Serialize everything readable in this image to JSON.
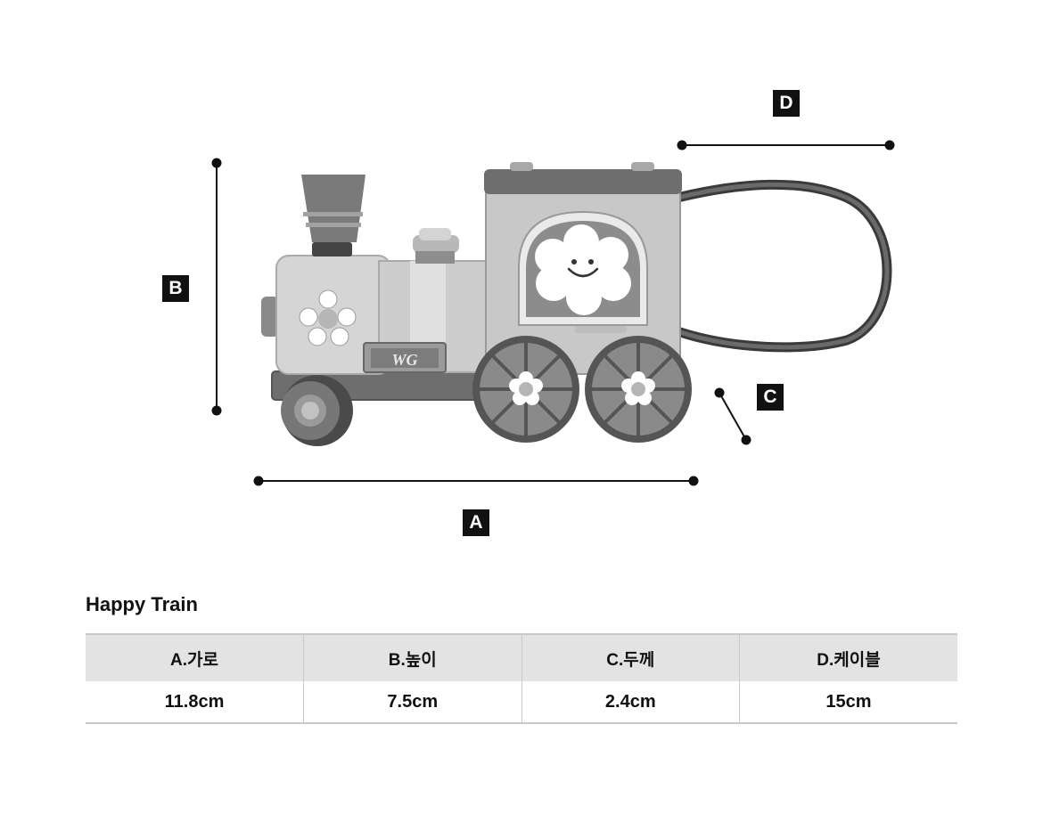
{
  "dimension_labels": {
    "a": "A",
    "b": "B",
    "c": "C",
    "d": "D"
  },
  "train_plate": "WG",
  "product_name": "Happy Train",
  "spec_table": {
    "headers": [
      "A.가로",
      "B.높이",
      "C.두께",
      "D.케이블"
    ],
    "values": [
      "11.8cm",
      "7.5cm",
      "2.4cm",
      "15cm"
    ]
  },
  "colors": {
    "label_bg": "#111111",
    "table_header_bg": "#e3e3e3",
    "table_border": "#c9c9c9"
  }
}
